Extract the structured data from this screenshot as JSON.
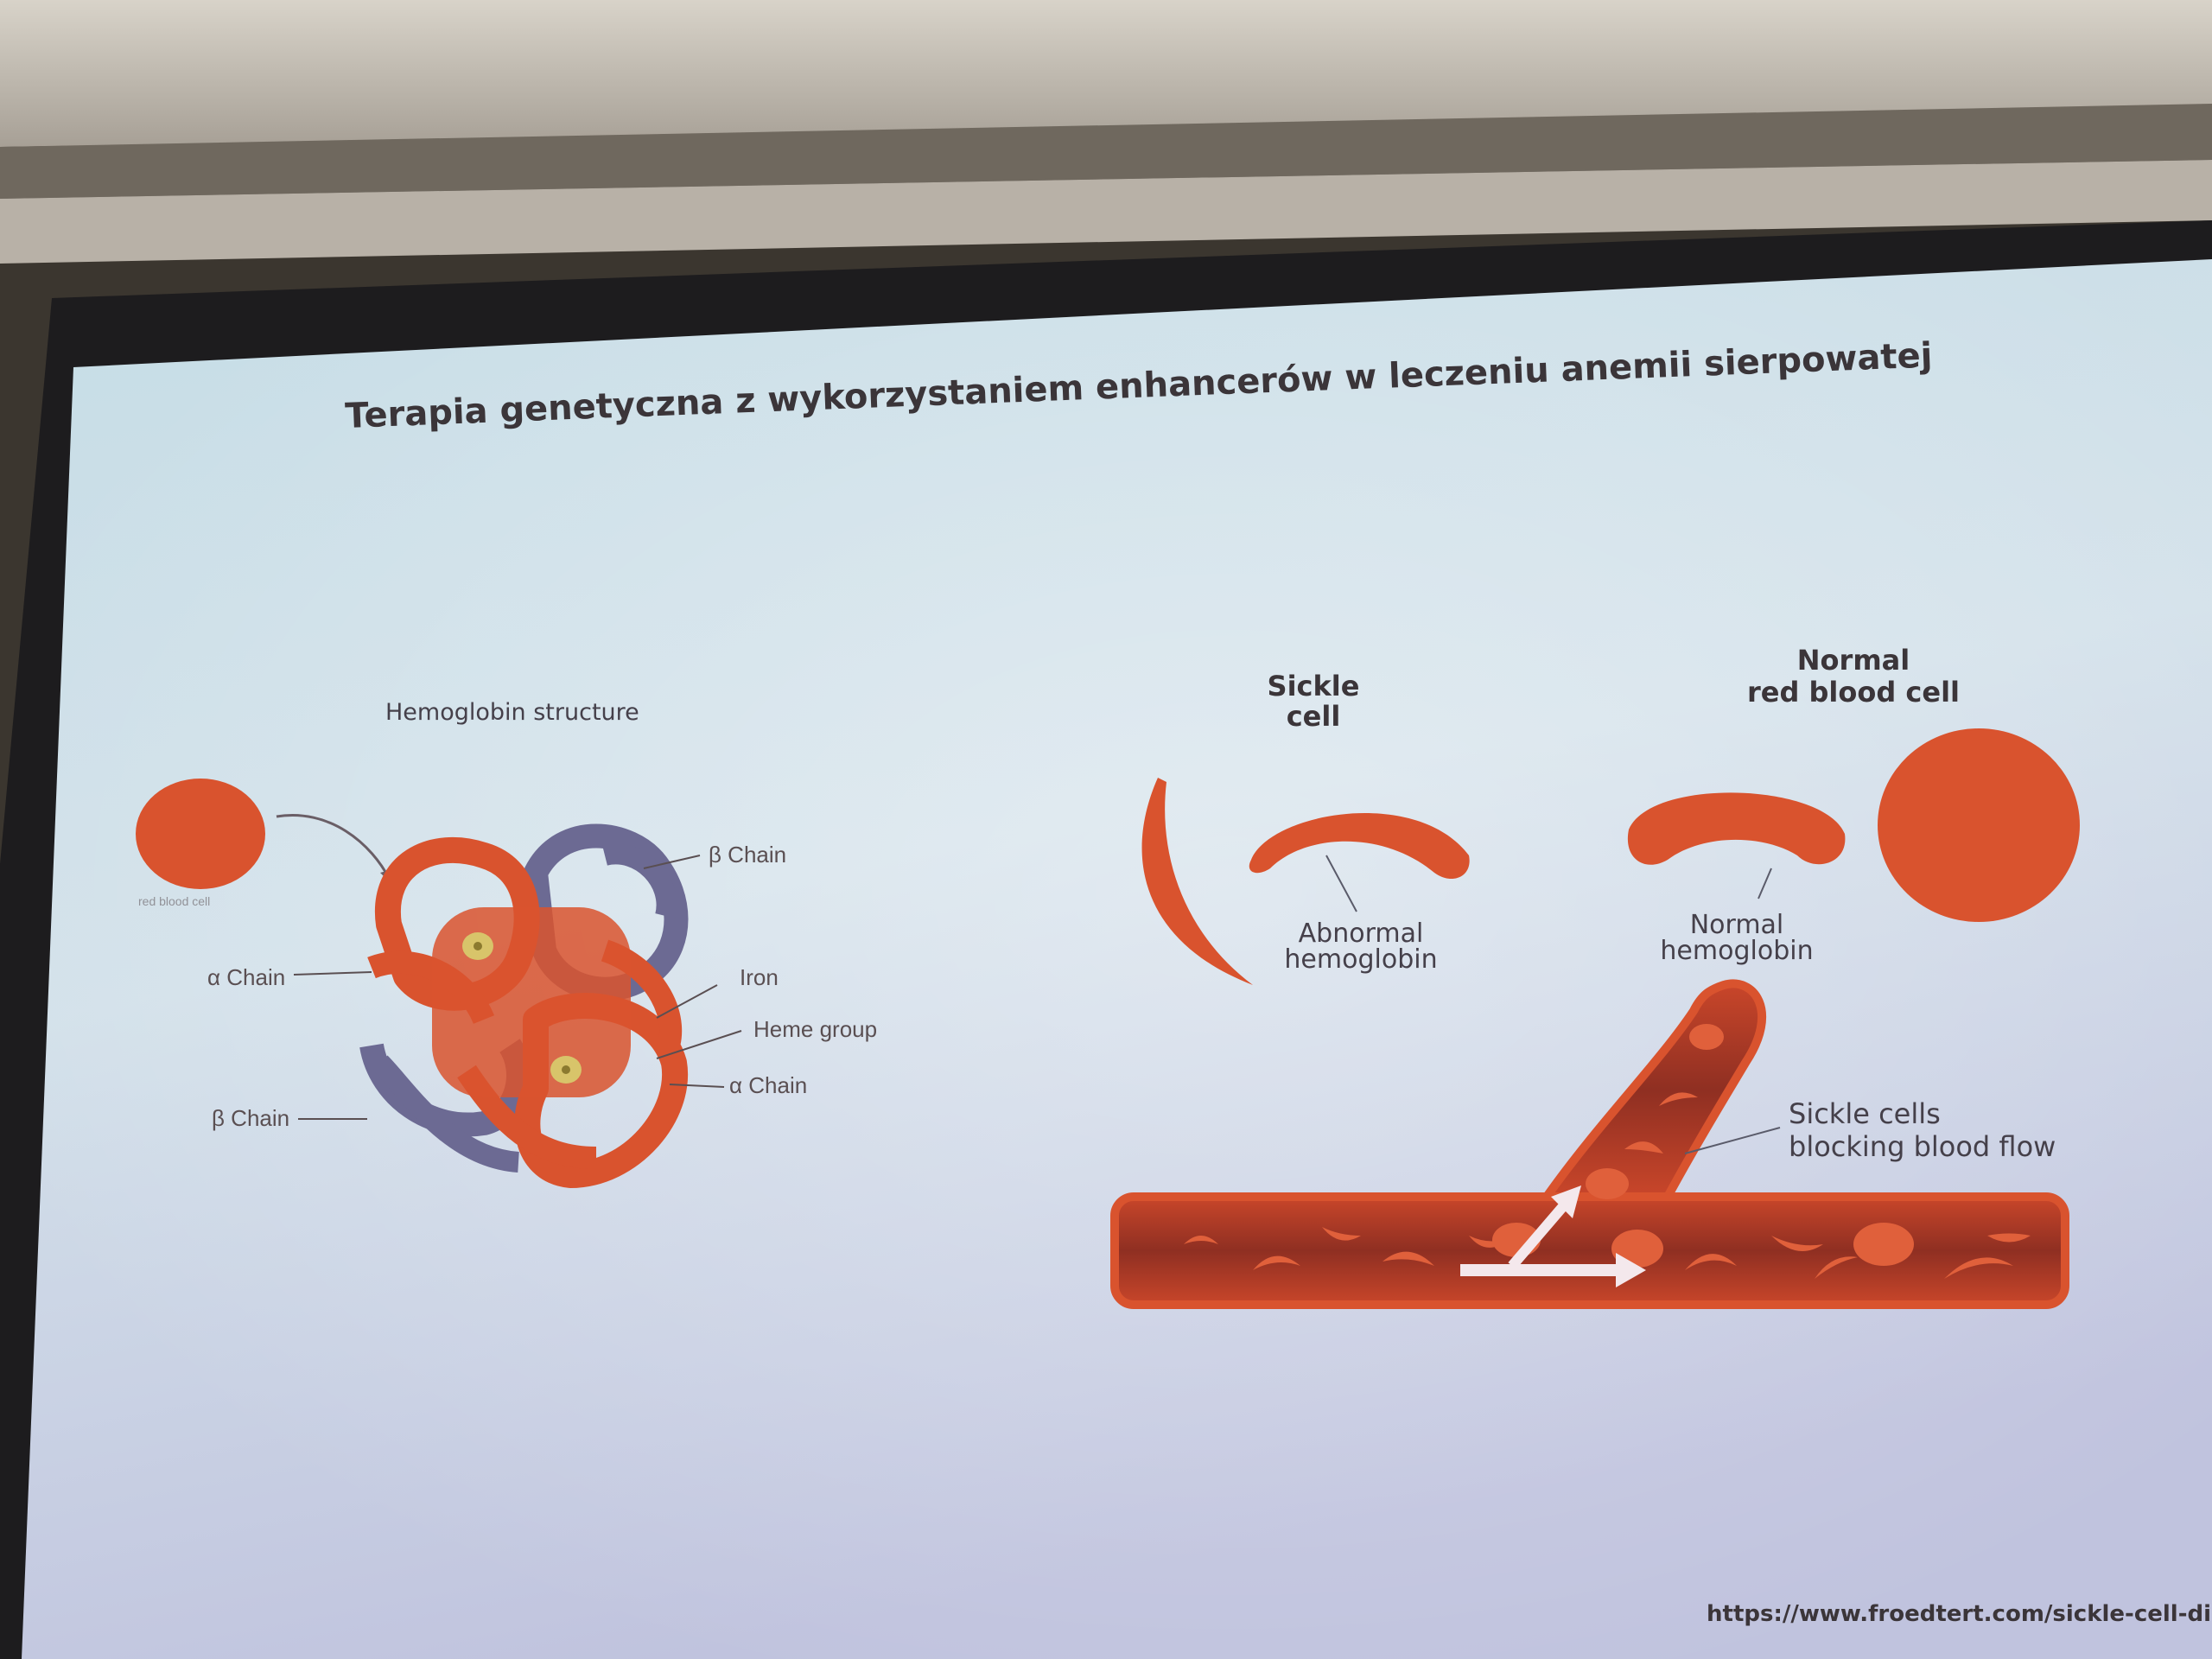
{
  "slide": {
    "title": "Terapia genetyczna z wykorzystaniem enhancerów w leczeniu anemii sierpowatej",
    "source_url": "https://www.froedtert.com/sickle-cell-diseas"
  },
  "hemoglobin": {
    "heading": "Hemoglobin structure",
    "cell_caption": "red blood cell",
    "labels": {
      "beta_chain_top": "β Chain",
      "alpha_chain_left": "α Chain",
      "iron": "Iron",
      "heme_group": "Heme group",
      "alpha_chain_right": "α Chain",
      "beta_chain_bottom": "β Chain"
    }
  },
  "cells": {
    "sickle_heading_1": "Sickle",
    "sickle_heading_2": "cell",
    "normal_heading_1": "Normal",
    "normal_heading_2": "red blood cell",
    "abnormal_1": "Abnormal",
    "abnormal_2": "hemoglobin",
    "normal_hb_1": "Normal",
    "normal_hb_2": "hemoglobin"
  },
  "vessel": {
    "label_1": "Sickle cells",
    "label_2": "blocking blood flow"
  },
  "colors": {
    "cell_orange": "#d9532e",
    "chain_purple": "#6c6a93",
    "screen_top": "#c9dde6",
    "screen_bottom": "#c4c7df"
  }
}
